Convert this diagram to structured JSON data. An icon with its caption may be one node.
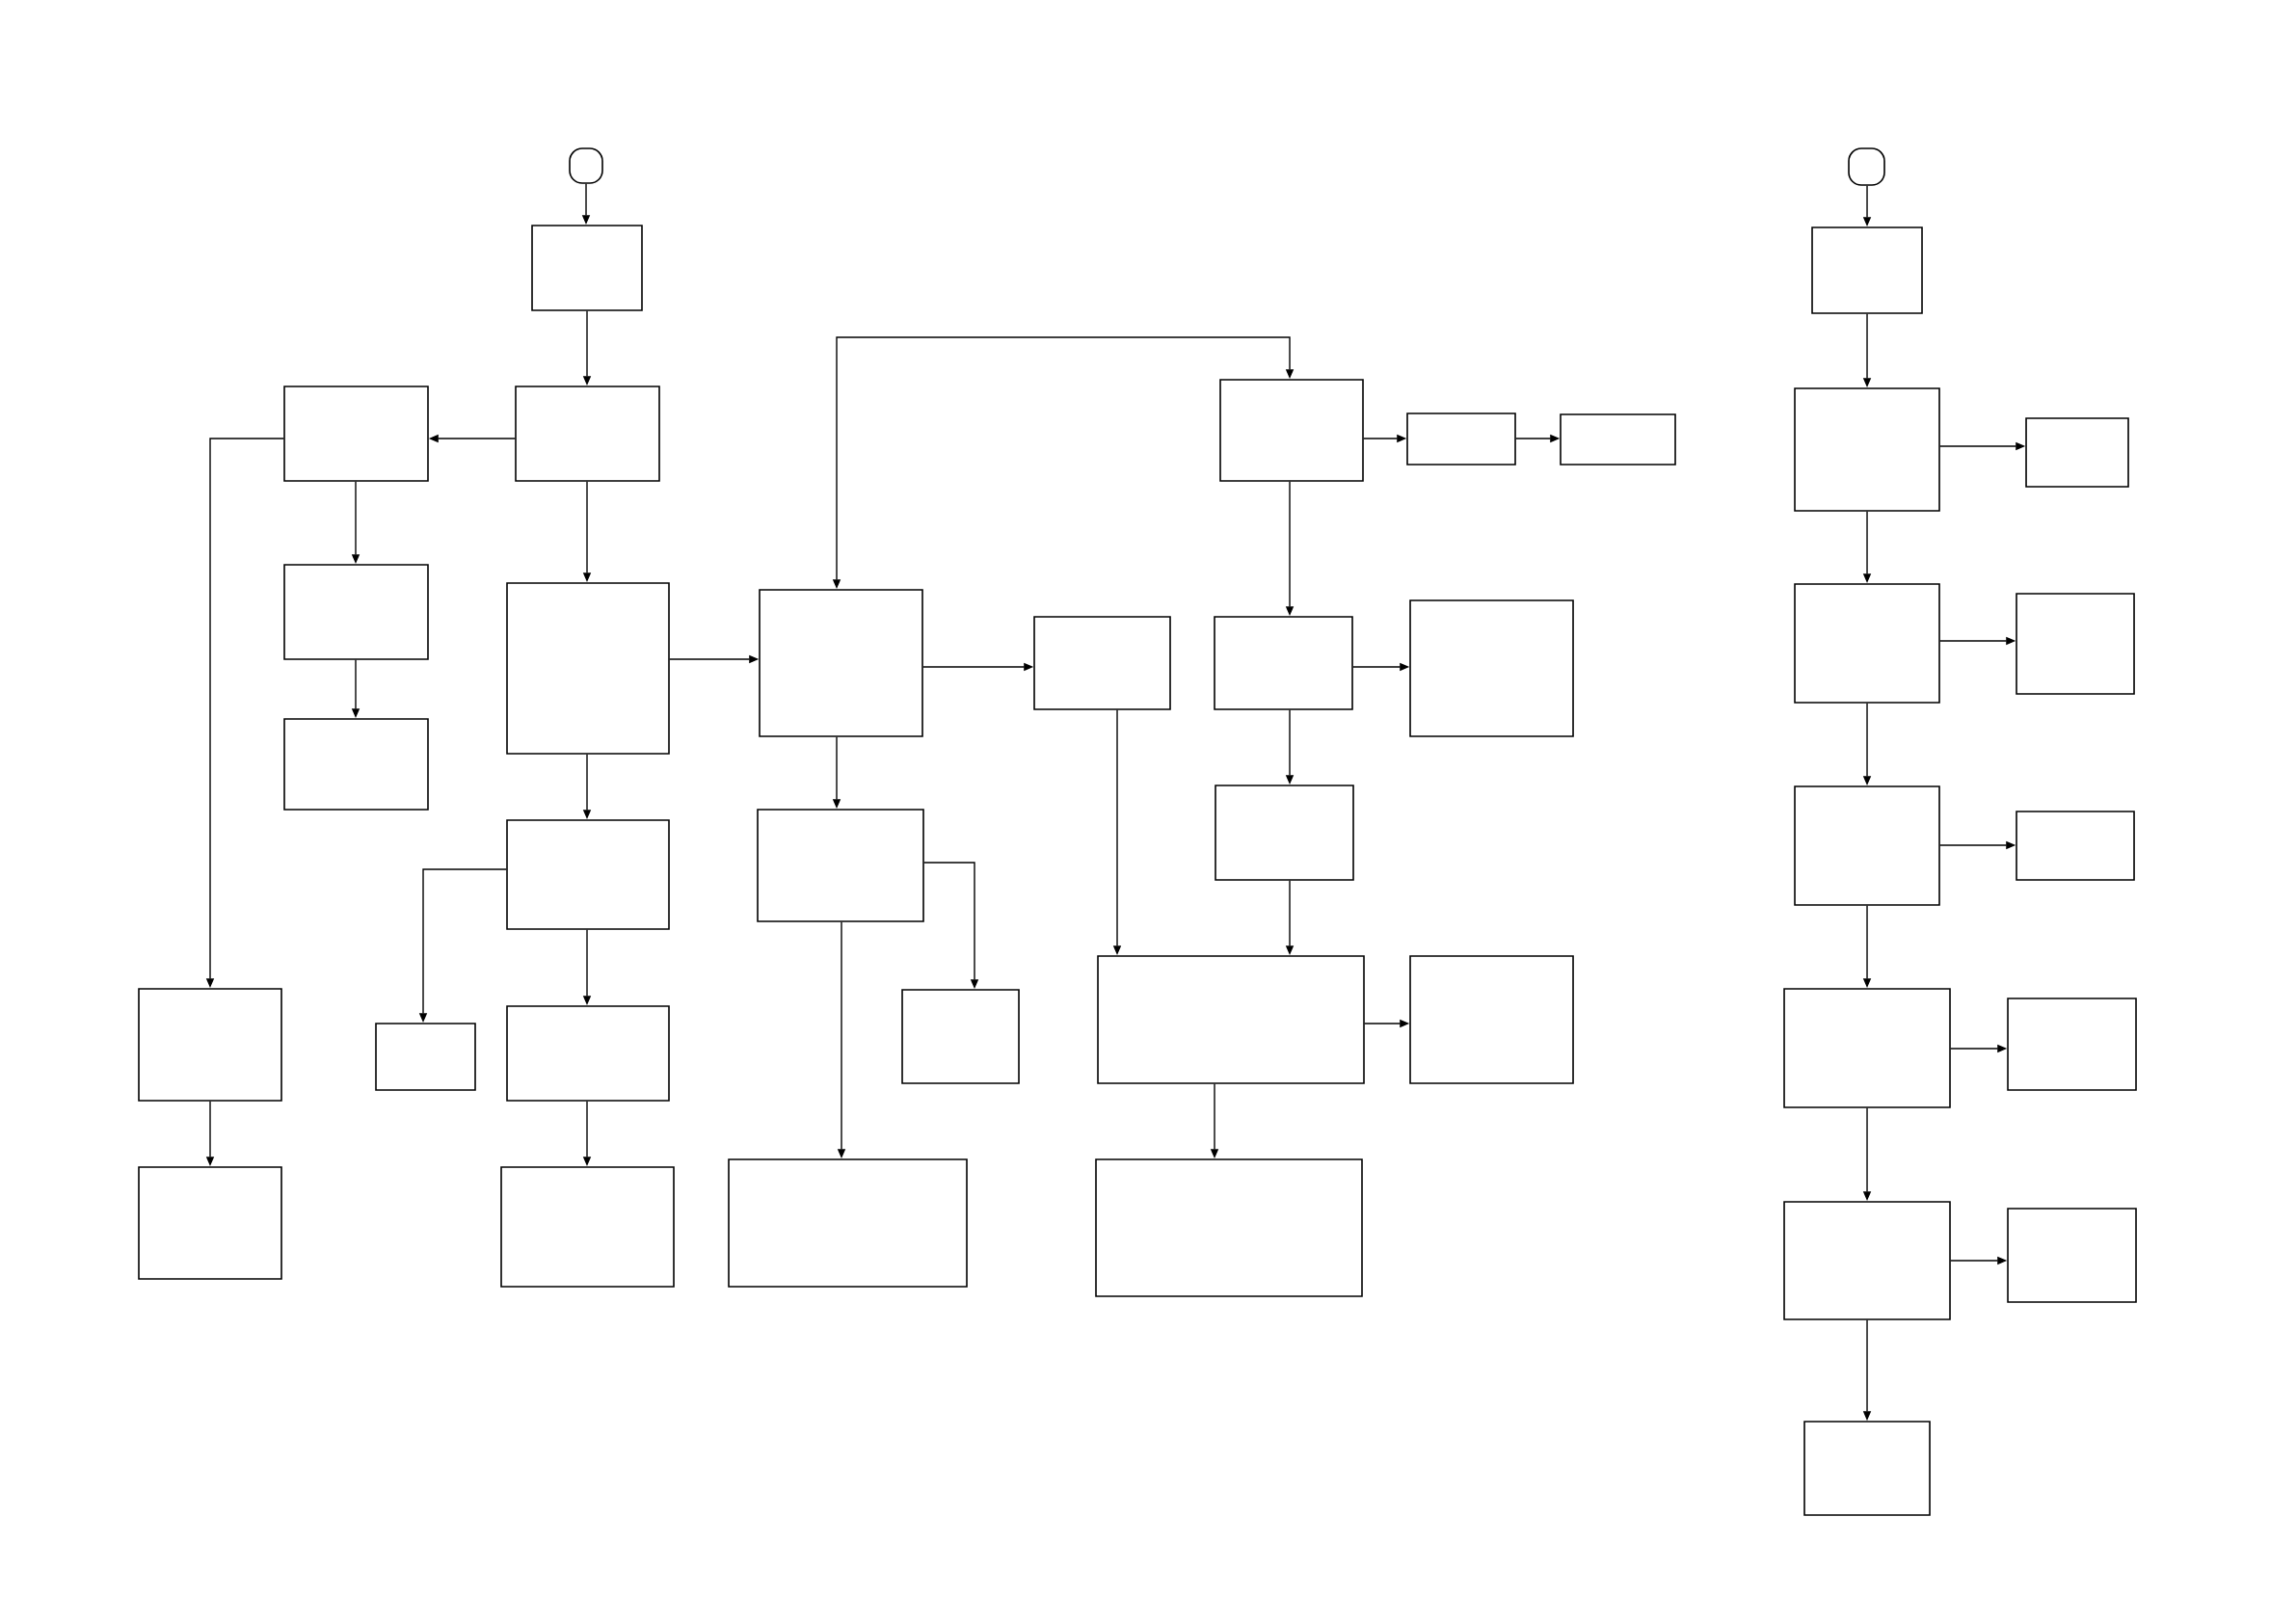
{
  "diagram": {
    "nodes": [
      {
        "text": [],
        "shape": "circle"
      },
      {
        "text": [],
        "shape": "circle"
      },
      {
        "text": [],
        "shape": "box"
      },
      {
        "text": [],
        "shape": "box"
      },
      {
        "text": [],
        "shape": "box"
      },
      {
        "text": [],
        "shape": "box"
      },
      {
        "text": [],
        "shape": "box"
      },
      {
        "text": [],
        "shape": "box"
      },
      {
        "text": [],
        "shape": "box"
      },
      {
        "text": [],
        "shape": "box"
      },
      {
        "text": [],
        "shape": "box"
      },
      {
        "text": [],
        "shape": "box"
      },
      {
        "text": [],
        "shape": "box"
      },
      {
        "text": [],
        "shape": "box"
      },
      {
        "text": [],
        "shape": "box"
      },
      {
        "text": [],
        "shape": "box"
      },
      {
        "text": [],
        "shape": "box"
      },
      {
        "text": [],
        "shape": "box"
      },
      {
        "text": [],
        "shape": "box"
      },
      {
        "text": [],
        "shape": "box"
      },
      {
        "text": [],
        "shape": "box"
      },
      {
        "text": [],
        "shape": "box"
      },
      {
        "text": [],
        "shape": "box"
      },
      {
        "text": [],
        "shape": "box"
      },
      {
        "text": [],
        "shape": "box"
      },
      {
        "text": [],
        "shape": "box"
      },
      {
        "text": [],
        "shape": "box"
      },
      {
        "text": [],
        "shape": "box"
      },
      {
        "text": [],
        "shape": "box"
      },
      {
        "text": [],
        "shape": "box"
      },
      {
        "text": [],
        "shape": "box"
      },
      {
        "text": [],
        "shape": "box"
      },
      {
        "text": [],
        "shape": "box"
      },
      {
        "text": [],
        "shape": "box"
      },
      {
        "text": [],
        "shape": "box"
      },
      {
        "text": [],
        "shape": "box"
      },
      {
        "text": [],
        "shape": "box"
      },
      {
        "text": [],
        "shape": "box"
      },
      {
        "text": [],
        "shape": "box"
      },
      {
        "text": [],
        "shape": "box"
      }
    ],
    "edges": [
      {
        "from": 0,
        "to": 2,
        "arrow": "to"
      },
      {
        "from": 2,
        "to": 5,
        "arrow": "to"
      },
      {
        "from": 5,
        "to": 4,
        "arrow": "to"
      },
      {
        "from": 4,
        "to": 11,
        "arrow": "to"
      },
      {
        "from": 11,
        "to": 19,
        "arrow": "to"
      },
      {
        "from": 4,
        "to": 25,
        "arrow": "to"
      },
      {
        "from": 25,
        "to": 33,
        "arrow": "to"
      },
      {
        "from": 5,
        "to": 12,
        "arrow": "to"
      },
      {
        "from": 12,
        "to": 13,
        "arrow": "to"
      },
      {
        "from": 12,
        "to": 20,
        "arrow": "to"
      },
      {
        "from": 20,
        "to": 26,
        "arrow": "to"
      },
      {
        "from": 20,
        "to": 27,
        "arrow": "to"
      },
      {
        "from": 27,
        "to": 34,
        "arrow": "to"
      },
      {
        "from": 13,
        "to": 6,
        "arrow": "both"
      },
      {
        "from": 13,
        "to": 14,
        "arrow": "to"
      },
      {
        "from": 13,
        "to": 21,
        "arrow": "to"
      },
      {
        "from": 6,
        "to": 7,
        "arrow": "to"
      },
      {
        "from": 7,
        "to": 8,
        "arrow": "to"
      },
      {
        "from": 6,
        "to": 15,
        "arrow": "to"
      },
      {
        "from": 15,
        "to": 16,
        "arrow": "to"
      },
      {
        "from": 15,
        "to": 22,
        "arrow": "to"
      },
      {
        "from": 14,
        "to": 29,
        "arrow": "to"
      },
      {
        "from": 22,
        "to": 29,
        "arrow": "to"
      },
      {
        "from": 29,
        "to": 30,
        "arrow": "to"
      },
      {
        "from": 29,
        "to": 36,
        "arrow": "to"
      },
      {
        "from": 21,
        "to": 28,
        "arrow": "to"
      },
      {
        "from": 21,
        "to": 35,
        "arrow": "to"
      },
      {
        "from": 1,
        "to": 3,
        "arrow": "to"
      },
      {
        "from": 3,
        "to": 9,
        "arrow": "to"
      },
      {
        "from": 9,
        "to": 10,
        "arrow": "to"
      },
      {
        "from": 9,
        "to": 17,
        "arrow": "to"
      },
      {
        "from": 17,
        "to": 18,
        "arrow": "to"
      },
      {
        "from": 17,
        "to": 23,
        "arrow": "to"
      },
      {
        "from": 23,
        "to": 24,
        "arrow": "to"
      },
      {
        "from": 23,
        "to": 31,
        "arrow": "to"
      },
      {
        "from": 31,
        "to": 32,
        "arrow": "to"
      },
      {
        "from": 31,
        "to": 37,
        "arrow": "to"
      },
      {
        "from": 37,
        "to": 38,
        "arrow": "to"
      },
      {
        "from": 37,
        "to": 39,
        "arrow": "to"
      }
    ]
  }
}
